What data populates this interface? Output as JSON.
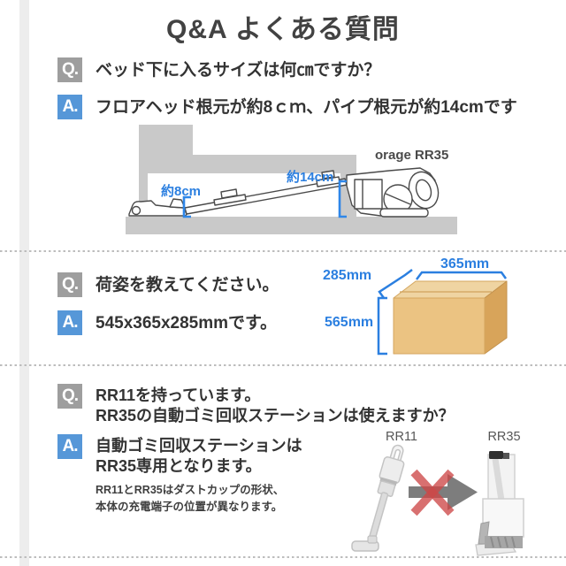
{
  "title": "Q&A よくある質問",
  "badges": {
    "q": "Q.",
    "a": "A."
  },
  "colors": {
    "accent_blue": "#2b7fe0",
    "badge_q_gray": "#9e9e9e",
    "badge_a_blue": "#5697d8",
    "box_cardboard": "#ebc382",
    "x_red": "#d05454",
    "arrow_gray": "#7d7d7d"
  },
  "section1": {
    "question": "ベッド下に入るサイズは何㎝ですか？",
    "answer": "フロアヘッド根元が約8ｃｍ、パイプ根元が約14cmです",
    "dim_head": "約8cm",
    "dim_pipe": "約14cm",
    "product": "orage RR35"
  },
  "section2": {
    "question": "荷姿を教えてください。",
    "answer": "545x365x285mmです。",
    "dim_width": "365mm",
    "dim_depth": "285mm",
    "dim_height": "565mm"
  },
  "section3": {
    "question_line1": "RR11を持っています。",
    "question_line2": "RR35の自動ゴミ回収ステーションは使えますか？",
    "answer_line1": "自動ゴミ回収ステーションは",
    "answer_line2": "RR35専用となります。",
    "note_line1": "RR11とRR35はダストカップの形状、",
    "note_line2": "本体の充電端子の位置が異なります。",
    "label_left": "RR11",
    "label_right": "RR35"
  }
}
